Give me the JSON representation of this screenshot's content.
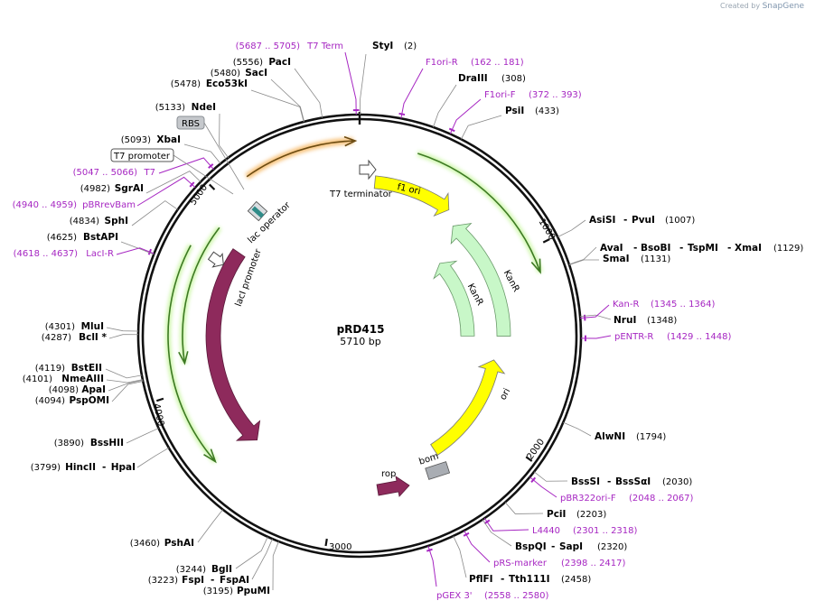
{
  "credit": {
    "prefix": "Created by",
    "brand": "SnapGene"
  },
  "plasmid": {
    "name": "pRD415",
    "length": "5710 bp"
  },
  "ticks": [
    "1000",
    "2000",
    "3000",
    "4000",
    "5000"
  ],
  "features": {
    "f1_ori": "f1 ori",
    "kanr_outer": "KanR",
    "kanr_inner": "KanR",
    "ori": "ori",
    "laci": "lacI",
    "laci_promoter": "lacI promoter",
    "lac_operator": "lac operator",
    "t7_terminator": "T7 terminator",
    "rop": "rop",
    "bom": "bom"
  },
  "enzymes_right": [
    {
      "name": "StyI",
      "pos": "(2)"
    },
    {
      "name": "DraIII",
      "pos": "(308)"
    },
    {
      "name": "PsiI",
      "pos": "(433)"
    },
    {
      "name": "AsiSI",
      "name2": "PvuI",
      "pos": "(1007)"
    },
    {
      "name": "AvaI",
      "name2": "BsoBI",
      "name3": "TspMI",
      "name4": "XmaI",
      "pos": "(1129)"
    },
    {
      "name": "SmaI",
      "pos": "(1131)"
    },
    {
      "name": "NruI",
      "pos": "(1348)"
    },
    {
      "name": "AlwNI",
      "pos": "(1794)"
    },
    {
      "name": "BssSI",
      "name2": "BssSαI",
      "pos": "(2030)"
    },
    {
      "name": "PciI",
      "pos": "(2203)"
    },
    {
      "name": "BspQI",
      "name2": "SapI",
      "pos": "(2320)"
    },
    {
      "name": "PflFI",
      "name2": "Tth111I",
      "pos": "(2458)"
    }
  ],
  "primers_right": [
    {
      "name": "F1ori-R",
      "range": "(162 .. 181)"
    },
    {
      "name": "F1ori-F",
      "range": "(372 .. 393)"
    },
    {
      "name": "Kan-R",
      "range": "(1345 .. 1364)"
    },
    {
      "name": "pENTR-R",
      "range": "(1429 .. 1448)"
    },
    {
      "name": "pBR322ori-F",
      "range": "(2048 .. 2067)"
    },
    {
      "name": "L4440",
      "range": "(2301 .. 2318)"
    },
    {
      "name": "pRS-marker",
      "range": "(2398 .. 2417)"
    },
    {
      "name": "pGEX 3'",
      "range": "(2558 .. 2580)"
    }
  ],
  "enzymes_left": [
    {
      "name": "PacI",
      "pos": "(5556)"
    },
    {
      "name": "SacI",
      "pos": "(5480)"
    },
    {
      "name": "Eco53kI",
      "pos": "(5478)"
    },
    {
      "name": "NdeI",
      "pos": "(5133)"
    },
    {
      "name": "XbaI",
      "pos": "(5093)"
    },
    {
      "name": "SgrAI",
      "pos": "(4982)"
    },
    {
      "name": "SphI",
      "pos": "(4834)"
    },
    {
      "name": "BstAPI",
      "pos": "(4625)"
    },
    {
      "name": "MluI",
      "pos": "(4301)"
    },
    {
      "name": "BclI *",
      "pos": "(4287)"
    },
    {
      "name": "BstEII",
      "pos": "(4119)"
    },
    {
      "name": "NmeAIII",
      "pos": "(4101)"
    },
    {
      "name": "ApaI",
      "pos": "(4098)"
    },
    {
      "name": "PspOMI",
      "pos": "(4094)"
    },
    {
      "name": "BssHII",
      "pos": "(3890)"
    },
    {
      "name": "HincII",
      "name2": "HpaI",
      "pos": "(3799)"
    },
    {
      "name": "PshAI",
      "pos": "(3460)"
    },
    {
      "name": "BglI",
      "pos": "(3244)"
    },
    {
      "name": "FspI",
      "name2": "FspAI",
      "pos": "(3223)"
    },
    {
      "name": "PpuMI",
      "pos": "(3195)"
    }
  ],
  "primers_left": [
    {
      "name": "T7 Term",
      "range": "(5687 .. 5705)"
    },
    {
      "name": "T7",
      "range": "(5047 .. 5066)"
    },
    {
      "name": "pBRrevBam",
      "range": "(4940 .. 4959)"
    },
    {
      "name": "LacI-R",
      "range": "(4618 .. 4637)"
    }
  ],
  "boxed": {
    "rbs": "RBS",
    "t7_promoter": "T7 promoter"
  },
  "colors": {
    "primer": "#a626c2",
    "f1ori": "#ffff00",
    "kanr": "#c8f7c8",
    "laci": "#8e2a5c",
    "bom": "#a9adb3",
    "rop": "#8e2a5c"
  }
}
